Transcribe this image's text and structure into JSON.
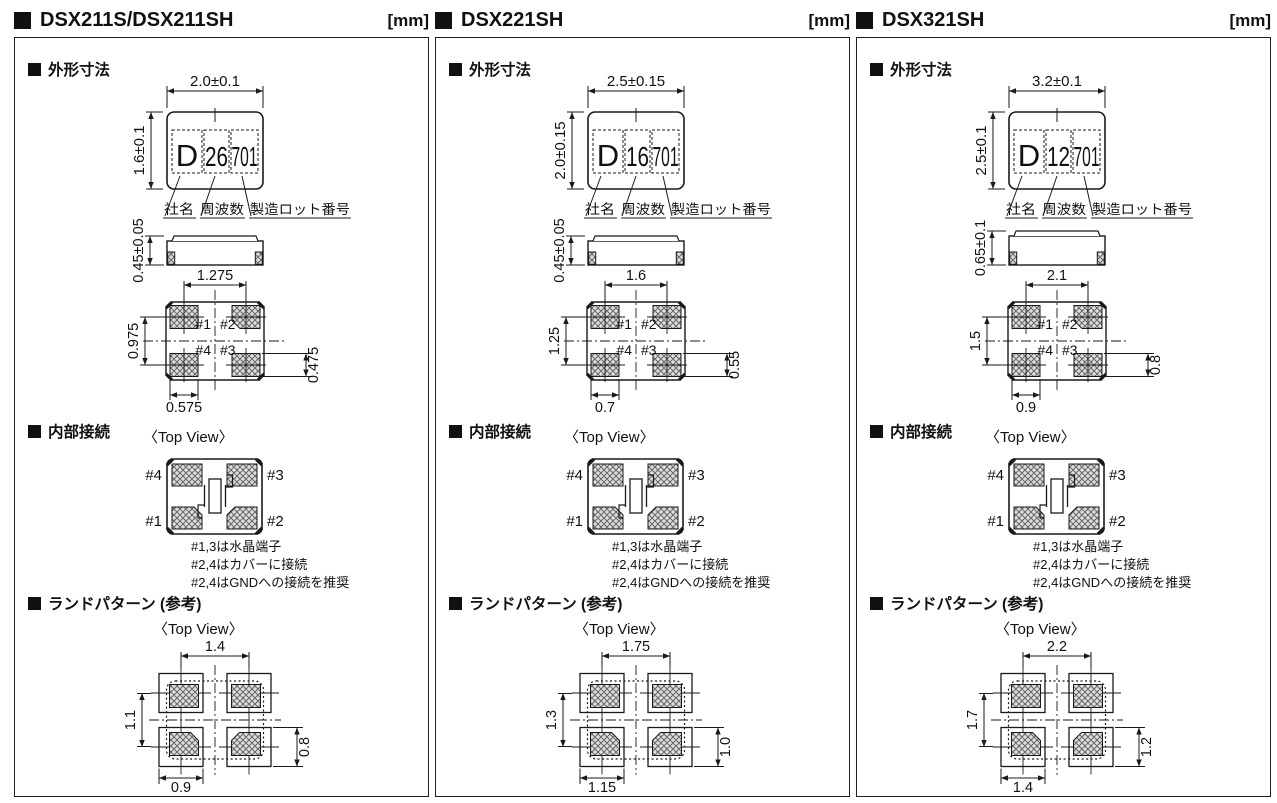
{
  "page": {
    "ink": "#1a1a1a"
  },
  "shared": {
    "sections": {
      "outline": "外形寸法",
      "internal": "内部接続",
      "land": "ランドパターン (参考)"
    },
    "top_view_caption": "〈Top View〉",
    "marking_field_labels": [
      "社名",
      "周波数",
      "製造ロット番号"
    ],
    "internal_notes": [
      "#1,3は水晶端子",
      "#2,4はカバーに接続",
      "#2,4はGNDへの接続を推奨"
    ],
    "bottom_pad_labels": {
      "upper_left": "#1",
      "upper_right": "#2",
      "lower_left": "#4",
      "lower_right": "#3"
    },
    "internal_pad_labels": {
      "top_left": "#4",
      "top_right": "#3",
      "bottom_left": "#1",
      "bottom_right": "#2"
    }
  },
  "panels": [
    {
      "title": "DSX211S/DSX211SH",
      "unit": "[mm]",
      "outline": {
        "body_width": "2.0±0.1",
        "body_height": "1.6±0.1",
        "thickness": "0.45±0.05",
        "marking": [
          "D",
          "26",
          "701"
        ],
        "pad_pitch_x": "1.275",
        "pad_pitch_y": "0.975",
        "pad_width": "0.575",
        "pad_height": "0.475"
      },
      "land_pattern": {
        "pitch_x": "1.4",
        "pitch_y": "1.1",
        "pad_width": "0.9",
        "pad_height": "0.8"
      }
    },
    {
      "title": "DSX221SH",
      "unit": "[mm]",
      "outline": {
        "body_width": "2.5±0.15",
        "body_height": "2.0±0.15",
        "thickness": "0.45±0.05",
        "marking": [
          "D",
          "16",
          "701"
        ],
        "pad_pitch_x": "1.6",
        "pad_pitch_y": "1.25",
        "pad_width": "0.7",
        "pad_height": "0.55"
      },
      "land_pattern": {
        "pitch_x": "1.75",
        "pitch_y": "1.3",
        "pad_width": "1.15",
        "pad_height": "1.0"
      }
    },
    {
      "title": "DSX321SH",
      "unit": "[mm]",
      "outline": {
        "body_width": "3.2±0.1",
        "body_height": "2.5±0.1",
        "thickness": "0.65±0.1",
        "marking": [
          "D",
          "12",
          "701"
        ],
        "pad_pitch_x": "2.1",
        "pad_pitch_y": "1.5",
        "pad_width": "0.9",
        "pad_height": "0.8"
      },
      "land_pattern": {
        "pitch_x": "2.2",
        "pitch_y": "1.7",
        "pad_width": "1.4",
        "pad_height": "1.2"
      }
    }
  ]
}
